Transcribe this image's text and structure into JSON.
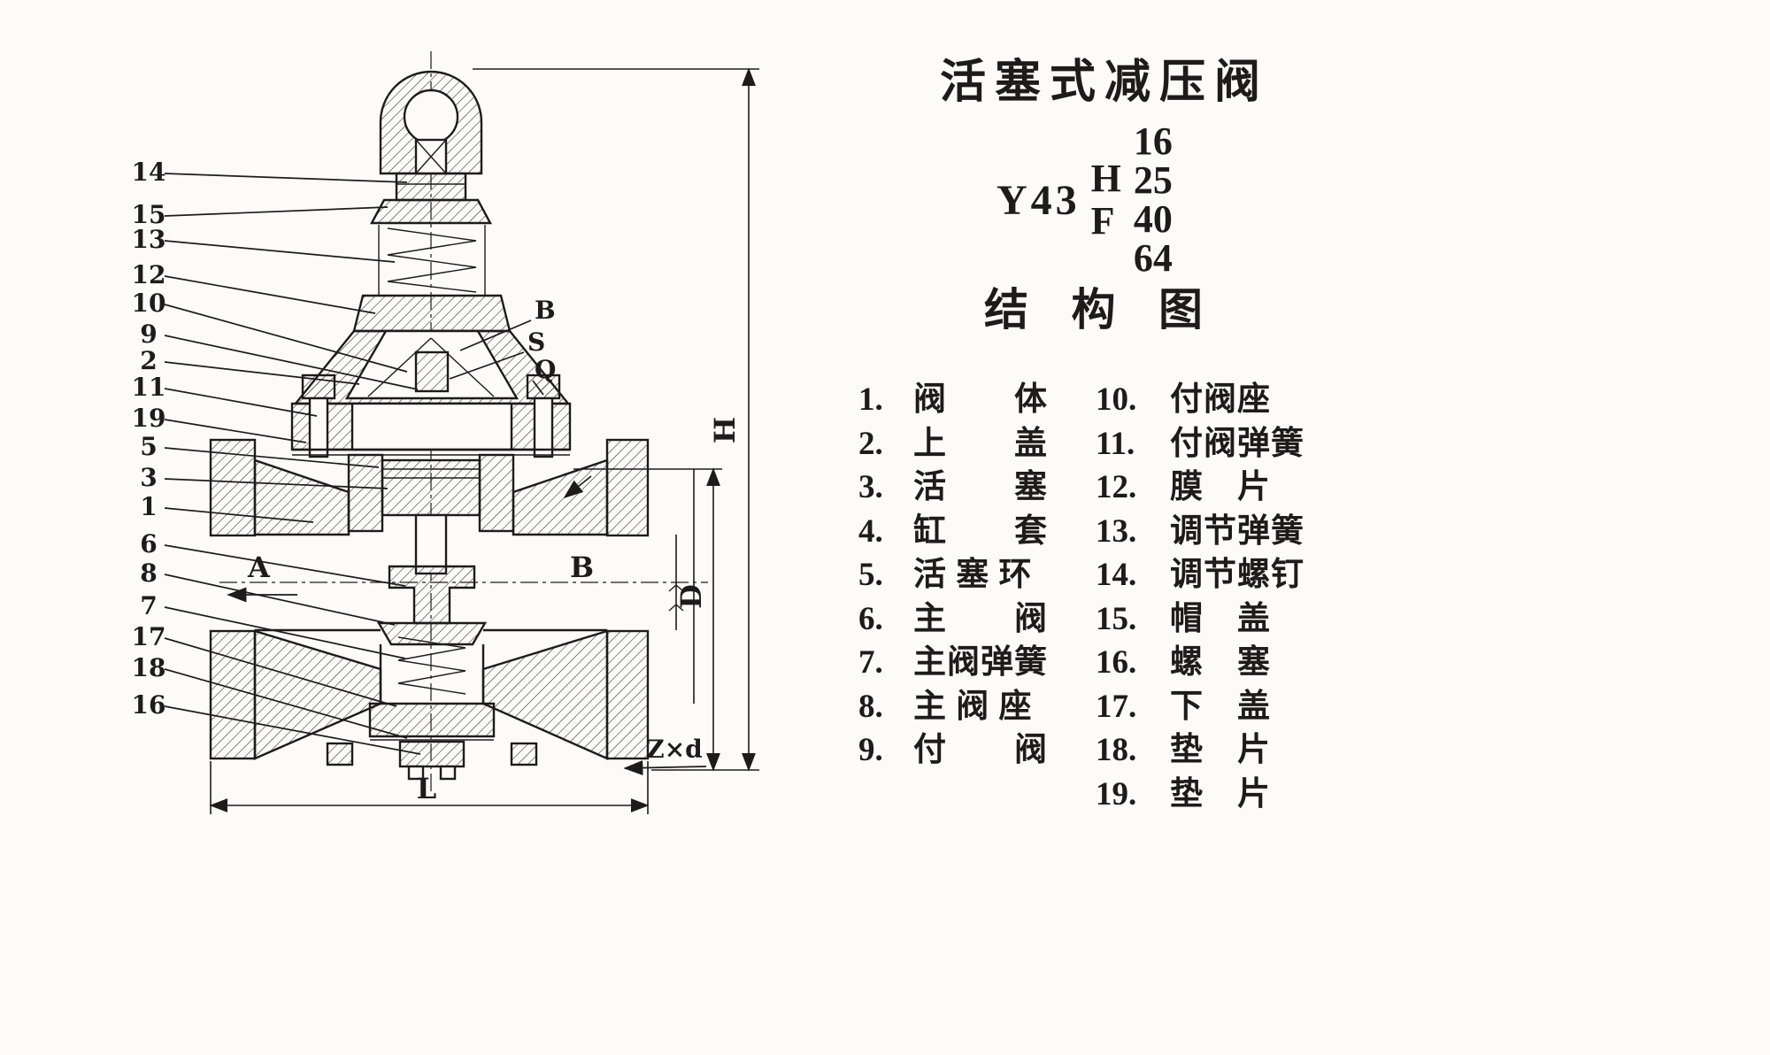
{
  "title": "活塞式减压阀",
  "subtitle": "结 构 图",
  "model": {
    "base": "Y43",
    "letters": [
      "H",
      "F"
    ],
    "pressures": [
      "16",
      "25",
      "40",
      "64"
    ]
  },
  "parts_left": [
    {
      "num": "1.",
      "name": "阀　　体"
    },
    {
      "num": "2.",
      "name": "上　　盖"
    },
    {
      "num": "3.",
      "name": "活　　塞"
    },
    {
      "num": "4.",
      "name": "缸　　套"
    },
    {
      "num": "5.",
      "name": "活 塞 环"
    },
    {
      "num": "6.",
      "name": "主　　阀"
    },
    {
      "num": "7.",
      "name": "主阀弹簧"
    },
    {
      "num": "8.",
      "name": "主 阀 座"
    },
    {
      "num": "9.",
      "name": "付　　阀"
    }
  ],
  "parts_right": [
    {
      "num": "10.",
      "name": "付阀座"
    },
    {
      "num": "11.",
      "name": "付阀弹簧"
    },
    {
      "num": "12.",
      "name": "膜　片"
    },
    {
      "num": "13.",
      "name": "调节弹簧"
    },
    {
      "num": "14.",
      "name": "调节螺钉"
    },
    {
      "num": "15.",
      "name": "帽　盖"
    },
    {
      "num": "16.",
      "name": "螺　塞"
    },
    {
      "num": "17.",
      "name": "下　盖"
    },
    {
      "num": "18.",
      "name": "垫　片"
    },
    {
      "num": "19.",
      "name": "垫　片"
    }
  ],
  "callouts": [
    "14",
    "15",
    "13",
    "12",
    "10",
    "9",
    "2",
    "11",
    "19",
    "5",
    "3",
    "1",
    "6",
    "8",
    "7",
    "17",
    "18",
    "16"
  ],
  "dims": {
    "height": "H",
    "diameter": "D",
    "length": "L",
    "bolt_spec": "Z×d",
    "inlet": "A",
    "outlet": "B",
    "dim_b": "B",
    "dim_s": "S",
    "dim_q": "Q"
  }
}
